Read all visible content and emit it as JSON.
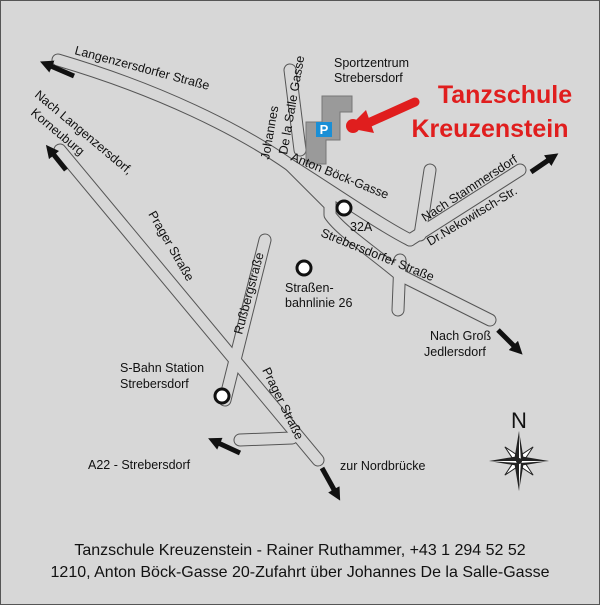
{
  "title": {
    "line1": "Tanzschule",
    "line2": "Kreuzenstein"
  },
  "streets": {
    "langenzersdorfer": "Langenzersdorfer Straße",
    "johannes1": "Johannes",
    "johannes2": "De la Salle Gasse",
    "anton_boeck": "Anton Böck-Gasse",
    "strebersdorfer": "Strebersdorfer Straße",
    "russberg": "Rußbergstraße",
    "prager_upper": "Prager Straße",
    "prager_lower": "Prager Straße",
    "nekowitsch": "Dr.Nekowitsch-Str."
  },
  "destinations": {
    "langenzersdorf1": "Nach Langenzersdorf,",
    "langenzersdorf2": "Korneuburg",
    "stammersdorf": "Nach Stammersdorf",
    "gross_jedlersdorf1": "Nach Groß",
    "gross_jedlersdorf2": "Jedlersdorf",
    "a22": "A22 - Strebersdorf",
    "nordbruecke": "zur Nordbrücke"
  },
  "places": {
    "sportzentrum1": "Sportzentrum",
    "sportzentrum2": "Strebersdorf",
    "parking": "P"
  },
  "stops": {
    "bus": "32A",
    "tram1": "Straßen-",
    "tram2": "bahnlinie 26",
    "sbahn1": "S-Bahn Station",
    "sbahn2": "Strebersdorf"
  },
  "compass": {
    "north": "N"
  },
  "footer": {
    "line1": "Tanzschule Kreuzenstein - Rainer Ruthammer, +43 1 294 52 52",
    "line2": "1210, Anton Böck-Gasse 20-Zufahrt über Johannes De la Salle-Gasse"
  },
  "colors": {
    "background": "#d7d7d7",
    "road_edge": "#555555",
    "accent": "#e01e1e",
    "parking_blue": "#1a8fd6"
  }
}
